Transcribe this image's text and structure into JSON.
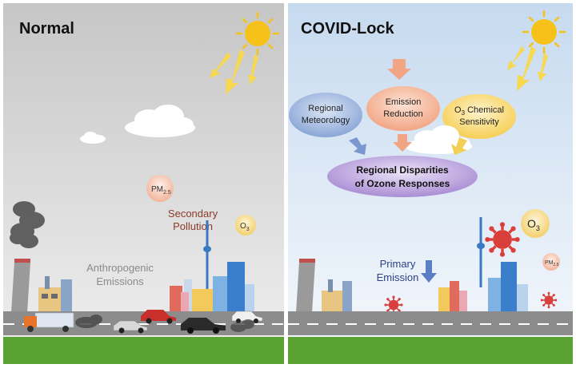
{
  "panels": {
    "left": {
      "title": "Normal",
      "labels": {
        "pm25_main": "PM",
        "pm25_sub": "2.5",
        "secondary_line1": "Secondary",
        "secondary_line2": "Pollution",
        "o3_main": "O",
        "o3_sub": "3",
        "anthro_line1": "Anthropogenic",
        "anthro_line2": "Emissions"
      }
    },
    "right": {
      "title": "COVID-Lock",
      "labels": {
        "regional_met_line1": "Regional",
        "regional_met_line2": "Meteorology",
        "emission_red_line1": "Emission",
        "emission_red_line2": "Reduction",
        "o3_chem_prefix": "O",
        "o3_chem_sub": "3",
        "o3_chem_line1_rest": " Chemical",
        "o3_chem_line2": "Sensitivity",
        "disparities_line1": "Regional Disparities",
        "disparities_line2": "of  Ozone Responses",
        "o3_main": "O",
        "o3_sub": "3",
        "pm_small_main": "PM",
        "pm_small_sub": "2.5",
        "primary_line1": "Primary",
        "primary_line2": "Emission"
      }
    }
  },
  "colors": {
    "left_sky_top": "#c8c8c8",
    "left_sky_bottom": "#eeeeee",
    "right_sky_top": "#c9dcf0",
    "right_sky_bottom": "#f4f8fc",
    "road": "#8a8a8a",
    "grass": "#5aa332",
    "sun": "#f6c21a",
    "disparities_fill": "#b79fd9",
    "secondary_text": "#8b3a2a",
    "anthro_text": "#8a8a8a",
    "primary_text": "#2d3f86",
    "virus": "#d9403c"
  }
}
